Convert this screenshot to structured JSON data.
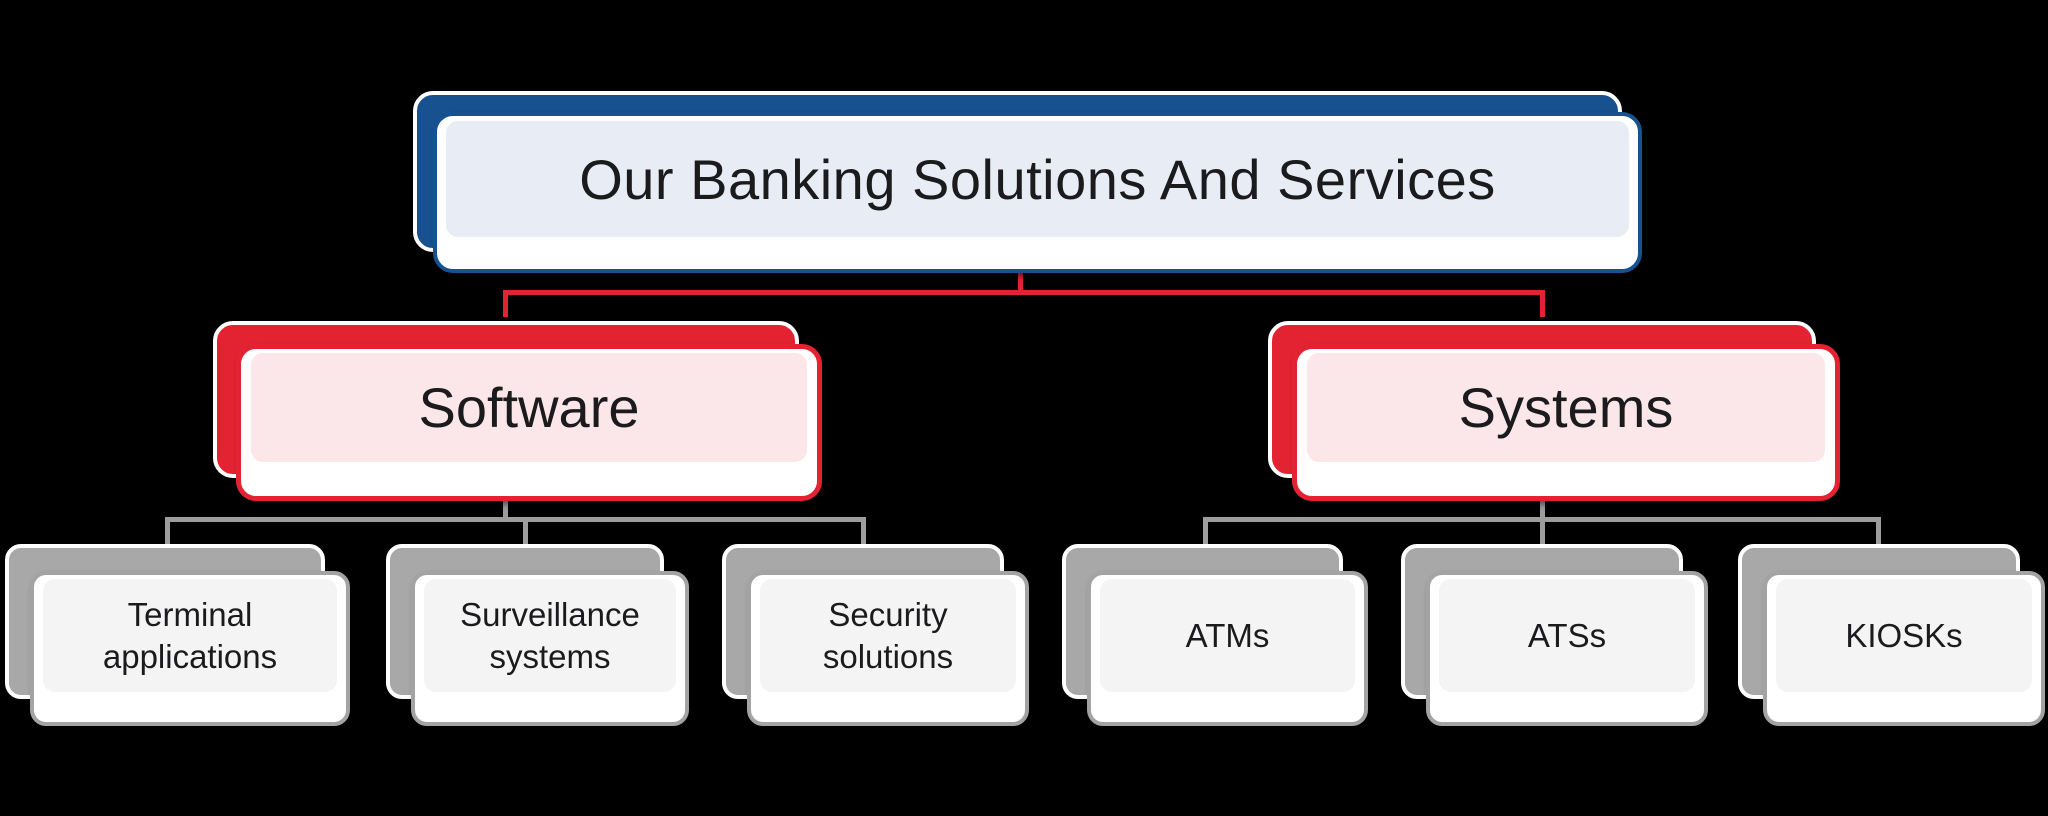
{
  "diagram": {
    "title": "Our Banking Solutions And Services",
    "type": "org-chart",
    "background_color": "#000000",
    "colors": {
      "root_accent": "#17518f",
      "root_panel": "#e8ecf4",
      "branch_accent": "#e32331",
      "branch_panel": "#fbe6e9",
      "child_accent": "#a8a8a8",
      "child_panel": "#f4f4f5",
      "text": "#1b1b1d",
      "connector_red": "#e32331",
      "connector_gray": "#9d9d9d"
    },
    "tree": {
      "root": {
        "label": "Our Banking Solutions And Services"
      },
      "branches": [
        {
          "label": "Software",
          "children": [
            {
              "label": "Terminal applications"
            },
            {
              "label": "Surveillance systems"
            },
            {
              "label": "Security solutions"
            }
          ]
        },
        {
          "label": "Systems",
          "children": [
            {
              "label": "ATMs"
            },
            {
              "label": "ATSs"
            },
            {
              "label": "KIOSKs"
            }
          ]
        }
      ]
    }
  }
}
